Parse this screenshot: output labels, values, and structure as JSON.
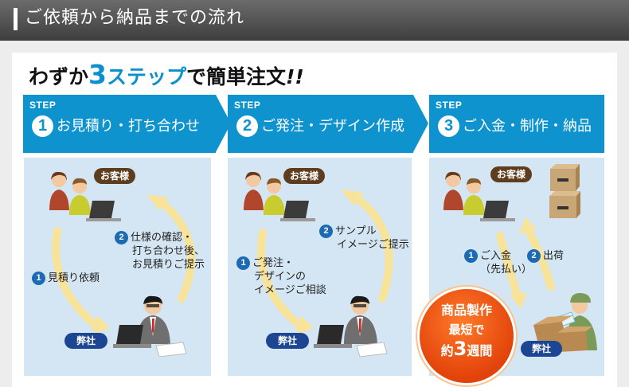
{
  "header": {
    "title": "ご依頼から納品までの流れ"
  },
  "headline": {
    "pre": "わずか",
    "num": "3",
    "word": "ステップ",
    "post": "で簡単注文",
    "ex": "!!"
  },
  "steps": [
    {
      "label": "STEP",
      "num": "1",
      "title": "お見積り・打ち合わせ"
    },
    {
      "label": "STEP",
      "num": "2",
      "title": "ご発注・デザイン作成"
    },
    {
      "label": "STEP",
      "num": "3",
      "title": "ご入金・制作・納品"
    }
  ],
  "panels": [
    {
      "customer": "お客様",
      "company": "弊社",
      "flow1": {
        "num": "1",
        "lines": [
          "見積り依頼"
        ]
      },
      "flow2": {
        "num": "2",
        "lines": [
          "仕様の確認・",
          "打ち合わせ後、",
          "お見積りご提示"
        ]
      }
    },
    {
      "customer": "お客様",
      "company": "弊社",
      "flow1": {
        "num": "1",
        "lines": [
          "ご発注・",
          "デザインの",
          "イメージご相談"
        ]
      },
      "flow2": {
        "num": "2",
        "lines": [
          "サンプル",
          "イメージご提示"
        ]
      }
    },
    {
      "customer": "お客様",
      "company": "弊社",
      "flow1": {
        "num": "1",
        "lines": [
          "ご入金",
          "（先払い）"
        ]
      },
      "flow2": {
        "num": "2",
        "lines": [
          "出荷"
        ]
      }
    }
  ],
  "badge": {
    "line1": "商品製作",
    "line2": "最短で",
    "line3_pre": "約",
    "line3_num": "3",
    "line3_post": "週間"
  },
  "colors": {
    "step_blue": "#0e93cf",
    "panel_bg": "#d4e6f3",
    "arrow": "#f8e39a",
    "customer_tag": "#5e3d1f",
    "company_tag": "#1c4593",
    "badge": "#e2430a"
  }
}
